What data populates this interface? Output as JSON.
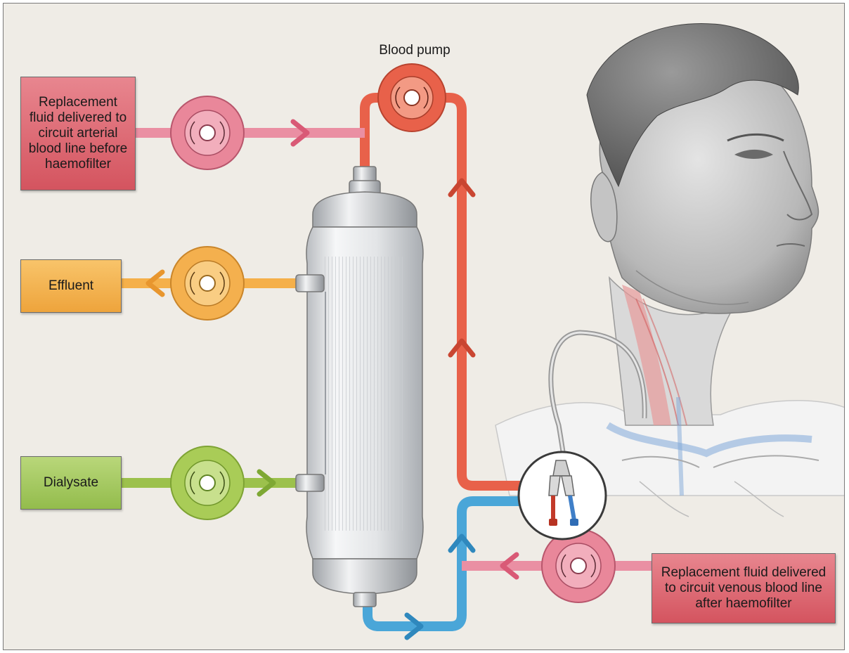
{
  "labels": {
    "blood_pump": "Blood pump",
    "replacement_pre": "Replacement fluid delivered to circuit arterial blood line before haemofilter",
    "effluent": "Effluent",
    "dialysate": "Dialysate",
    "replacement_post": "Replacement fluid delivered to circuit venous blood line after haemofilter"
  },
  "colors": {
    "background": "#efece6",
    "arterial_line": "#e8614a",
    "venous_line": "#4aa6d8",
    "replacement_line": "#ea8fa3",
    "effluent_line": "#f5b04a",
    "dialysate_line": "#9cc14c",
    "pump_replacement": "#e9879a",
    "pump_effluent": "#f4b04e",
    "pump_dialysate": "#a9cc57",
    "pump_blood": "#e8614a"
  },
  "icons": [
    "peristaltic-pump-icon",
    "haemofilter-cartridge",
    "patient-head-illustration",
    "dialysis-catheter-icon",
    "flow-arrow-icon"
  ]
}
